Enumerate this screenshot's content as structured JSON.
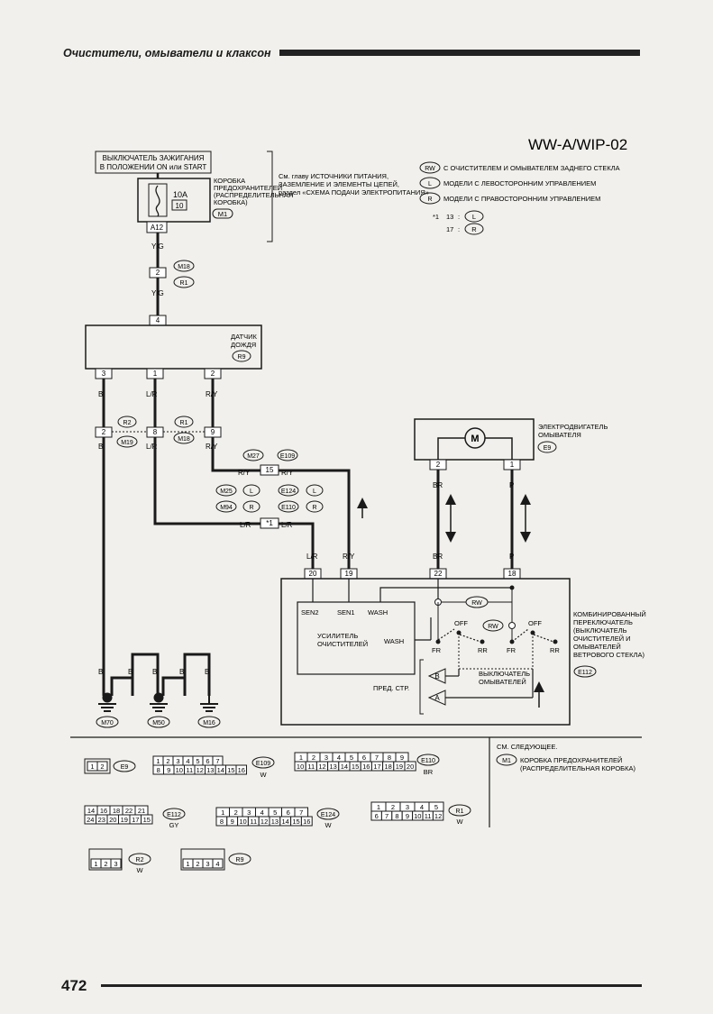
{
  "header": {
    "title": "Очистители, омыватели и клаксон"
  },
  "page_number": "472",
  "diagram_code": "WW-A/WIP-02",
  "top_note": {
    "switch": [
      "ВЫКЛЮЧАТЕЛЬ ЗАЖИГАНИЯ",
      "В ПОЛОЖЕНИИ ON или START"
    ],
    "fusebox": [
      "КОРОБКА",
      "ПРЕДОХРАНИТЕЛЕЙ",
      "(РАСПРЕДЕЛИТЕЛЬНАЯ",
      "КОРОБКА)"
    ],
    "fuse_rating": "10A",
    "fuse_no": "10",
    "fusebox_conn": "M1",
    "fuse_pin": "A12",
    "see_chapter": [
      "См. главу ИСТОЧНИКИ ПИТАНИЯ,",
      "ЗАЗЕМЛЕНИЕ И ЭЛЕМЕНТЫ ЦЕПЕЙ,",
      "раздел «СХЕМА ПОДАЧИ ЭЛЕКТРОПИТАНИЯ»"
    ]
  },
  "legend": [
    {
      "tag": "RW",
      "text": "С ОЧИСТИТЕЛЕМ И ОМЫВАТЕЛЕМ ЗАДНЕГО СТЕКЛА"
    },
    {
      "tag": "L",
      "text": "МОДЕЛИ С ЛЕВОСТОРОННИМ УПРАВЛЕНИЕМ"
    },
    {
      "tag": "R",
      "text": "МОДЕЛИ С ПРАВОСТОРОННИМ УПРАВЛЕНИЕМ"
    }
  ],
  "star_note": {
    "mark": "*1",
    "l_pin": "13",
    "r_pin": "17",
    "l_tag": "L",
    "r_tag": "R"
  },
  "wires": {
    "yg": "Y/G",
    "b": "B",
    "lr": "L/R",
    "ry": "R/Y",
    "br": "BR",
    "p": "P"
  },
  "connectors": {
    "m18": "M18",
    "r1": "R1",
    "r2": "R2",
    "m19": "M19",
    "r9": "R9",
    "m27": "M27",
    "e109": "E109",
    "m25": "M25",
    "e124": "E124",
    "m94": "M94",
    "e110": "E110",
    "e9": "E9",
    "e112": "E112",
    "m70": "M70",
    "m50": "M50",
    "m16": "M16"
  },
  "pins": {
    "p2": "2",
    "p4": "4",
    "p3": "3",
    "p1": "1",
    "p8": "8",
    "p9": "9",
    "p15": "15",
    "star1": "*1",
    "p20": "20",
    "p19": "19",
    "p22": "22",
    "p18": "18"
  },
  "rain_sensor": [
    "ДАТЧИК",
    "ДОЖДЯ"
  ],
  "washer_motor": [
    "ЭЛЕКТРОДВИГАТЕЛЬ",
    "ОМЫВАТЕЛЯ"
  ],
  "motor_symbol": "M",
  "combo_switch": [
    "КОМБИНИРОВАННЫЙ",
    "ПЕРЕКЛЮЧАТЕЛЬ",
    "(ВЫКЛЮЧАТЕЛЬ",
    "ОЧИСТИТЕЛЕЙ И",
    "ОМЫВАТЕЛЕЙ",
    "ВЕТРОВОГО СТЕКЛА)"
  ],
  "amp": [
    "УСИЛИТЕЛЬ",
    "ОЧИСТИТЕЛЕЙ"
  ],
  "sw_labels": {
    "sen2": "SEN2",
    "sen1": "SEN1",
    "wash": "WASH",
    "wash2": "WASH",
    "off": "OFF",
    "fr": "FR",
    "rr": "RR",
    "rw": "RW",
    "pred": "ПРЕД. СТР.",
    "b": "B",
    "a": "A",
    "washer_sw": [
      "ВЫКЛЮЧАТЕЛЬ",
      "ОМЫВАТЕЛЕЙ"
    ]
  },
  "bottom": {
    "see_following": "СМ. СЛЕДУЮЩЕЕ.",
    "m1_tag": "M1",
    "m1_text": [
      "КОРОБКА ПРЕДОХРАНИТЕЛЕЙ",
      "(РАСПРЕДЕЛИТЕЛЬНАЯ КОРОБКА)"
    ],
    "colors": {
      "w": "W",
      "br": "BR",
      "gy": "GY"
    },
    "e9_pins": [
      "1",
      "2"
    ],
    "e109_top": [
      "1",
      "2",
      "3",
      "4",
      "5",
      "6",
      "7"
    ],
    "e109_bot": [
      "8",
      "9",
      "10",
      "11",
      "12",
      "13",
      "14",
      "15",
      "16"
    ],
    "e110_top": [
      "1",
      "2",
      "3",
      "4",
      "5",
      "6",
      "7",
      "8",
      "9"
    ],
    "e110_bot": [
      "10",
      "11",
      "12",
      "13",
      "14",
      "15",
      "16",
      "17",
      "18",
      "19",
      "20"
    ],
    "e112_top": [
      "14",
      "16",
      "18",
      "22",
      "21"
    ],
    "e112_bot": [
      "24",
      "23",
      "20",
      "19",
      "17",
      "15"
    ],
    "e124_top": [
      "1",
      "2",
      "3",
      "4",
      "5",
      "6",
      "7"
    ],
    "e124_bot": [
      "8",
      "9",
      "10",
      "11",
      "12",
      "13",
      "14",
      "15",
      "16"
    ],
    "r1_top": [
      "1",
      "2",
      "3",
      "4",
      "5"
    ],
    "r1_bot": [
      "6",
      "7",
      "8",
      "9",
      "10",
      "11",
      "12"
    ],
    "r2_pins": [
      "1",
      "2",
      "3"
    ],
    "r9_pins": [
      "1",
      "2",
      "3",
      "4"
    ]
  }
}
